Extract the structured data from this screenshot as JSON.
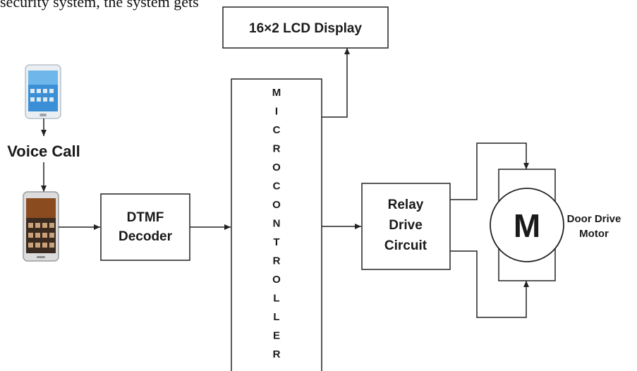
{
  "doc_text": "security system, the system gets",
  "labels": {
    "lcd": "16×2 LCD Display",
    "voice_call": "Voice Call",
    "dtmf_line1": "DTMF",
    "dtmf_line2": "Decoder",
    "relay_line1": "Relay",
    "relay_line2": "Drive",
    "relay_line3": "Circuit",
    "motor_symbol": "M",
    "motor_line1": "Door Drive",
    "motor_line2": "Motor"
  },
  "microcontroller_letters": [
    "M",
    "I",
    "C",
    "R",
    "O",
    "C",
    "O",
    "N",
    "T",
    "R",
    "O",
    "L",
    "L",
    "E",
    "R"
  ]
}
